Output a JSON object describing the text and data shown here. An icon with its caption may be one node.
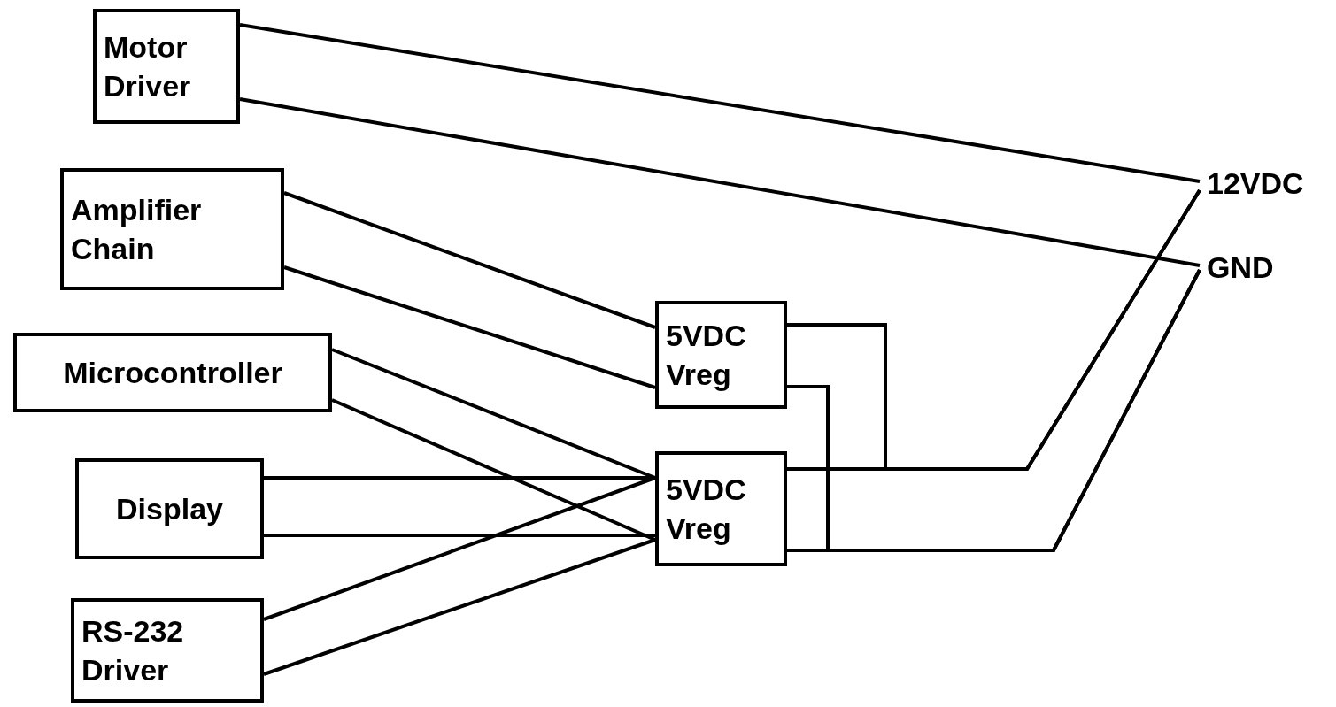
{
  "diagram": {
    "nodes": [
      {
        "text": [
          "Motor Driver"
        ]
      },
      {
        "text": [
          "Amplifier Chain"
        ]
      },
      {
        "text": [
          "Microcontroller"
        ]
      },
      {
        "text": [
          "Display"
        ]
      },
      {
        "text": [
          "RS-232 Driver"
        ]
      },
      {
        "text": [
          "5VDC Vreg"
        ]
      },
      {
        "text": [
          "5VDC Vreg"
        ]
      },
      {
        "text": [
          "12VDC"
        ]
      },
      {
        "text": [
          "GND"
        ]
      }
    ],
    "edges": [
      {
        "from": 0,
        "to": 7,
        "arrow": "none"
      },
      {
        "from": 0,
        "to": 8,
        "arrow": "none"
      },
      {
        "from": 1,
        "to": 5,
        "arrow": "none"
      },
      {
        "from": 1,
        "to": 5,
        "arrow": "none"
      },
      {
        "from": 2,
        "to": 6,
        "arrow": "none"
      },
      {
        "from": 2,
        "to": 6,
        "arrow": "none"
      },
      {
        "from": 3,
        "to": 6,
        "arrow": "none"
      },
      {
        "from": 3,
        "to": 6,
        "arrow": "none"
      },
      {
        "from": 4,
        "to": 6,
        "arrow": "none"
      },
      {
        "from": 4,
        "to": 6,
        "arrow": "none"
      },
      {
        "from": 5,
        "to": 7,
        "arrow": "none"
      },
      {
        "from": 6,
        "to": 7,
        "arrow": "none"
      },
      {
        "from": 5,
        "to": 8,
        "arrow": "none"
      },
      {
        "from": 6,
        "to": 8,
        "arrow": "none"
      }
    ]
  }
}
